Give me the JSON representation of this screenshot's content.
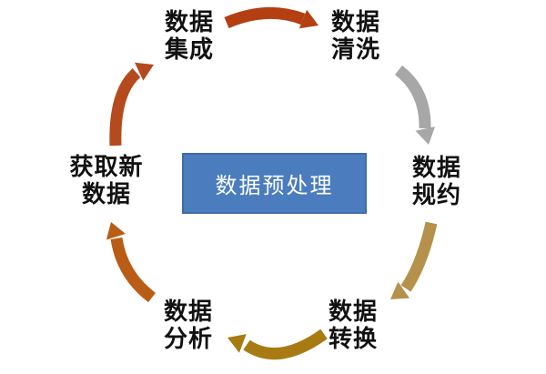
{
  "diagram": {
    "type": "cycle",
    "background": "#ffffff",
    "text_color": "#111111",
    "center": {
      "label": "数据预处理",
      "fill": "#4a7cbe",
      "border": "#3f6ca8",
      "text_color": "#ffffff"
    },
    "nodes": [
      {
        "id": "data-integration",
        "lines": [
          "数据",
          "集成"
        ]
      },
      {
        "id": "data-cleaning",
        "lines": [
          "数据",
          "清洗"
        ]
      },
      {
        "id": "data-reduction",
        "lines": [
          "数据",
          "规约"
        ]
      },
      {
        "id": "data-transformation",
        "lines": [
          "数据",
          "转换"
        ]
      },
      {
        "id": "data-analysis",
        "lines": [
          "数据",
          "分析"
        ]
      },
      {
        "id": "acquire-new-data",
        "lines": [
          "获取新",
          "数据"
        ]
      }
    ],
    "arrows": [
      {
        "from": "数据集成",
        "to": "数据清洗",
        "color": "#b43f12"
      },
      {
        "from": "数据清洗",
        "to": "数据规约",
        "color": "#a7a7a7"
      },
      {
        "from": "数据规约",
        "to": "数据转换",
        "color": "#b5914c"
      },
      {
        "from": "数据转换",
        "to": "数据分析",
        "color": "#a87a12"
      },
      {
        "from": "数据分析",
        "to": "获取新数据",
        "color": "#b95c15"
      },
      {
        "from": "获取新数据",
        "to": "数据集成",
        "color": "#b54a1e"
      }
    ]
  }
}
